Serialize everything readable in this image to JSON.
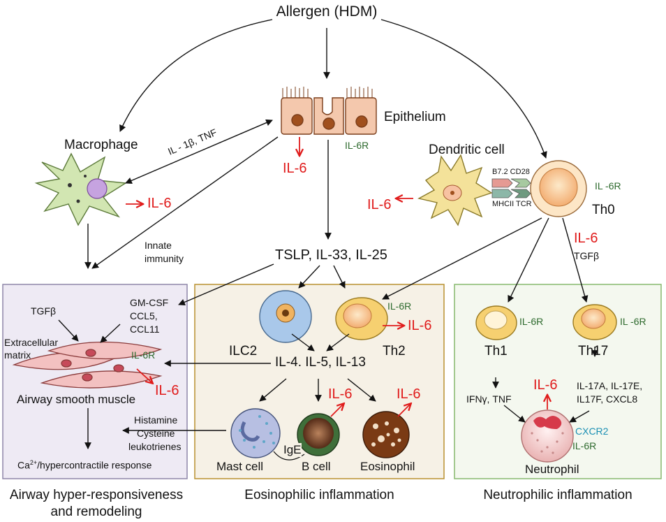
{
  "title": "Allergen (HDM)",
  "colors": {
    "red": "#e01b1b",
    "green_label": "#2e6a2e",
    "panel_left_fill": "#eeeaf4",
    "panel_left_stroke": "#8e86a8",
    "panel_mid_fill": "#f6f1e6",
    "panel_mid_stroke": "#b8902e",
    "panel_right_fill": "#f4f8ef",
    "panel_right_stroke": "#86b96d",
    "epithelium": "#f4c8ad",
    "cell_nucleus": "#a0501e",
    "th_cell": "#f6d070",
    "ilc2": "#a9c8ea",
    "mast_cell": "#b7bfe2",
    "b_cell": "#3f6f3a",
    "eosinophil": "#7a3a14",
    "neutrophil": "#f2d2d2",
    "macrophage": "#d2e6b2",
    "dendritic": "#f4e29a",
    "cxcr2": "#1a8fb3"
  },
  "top": {
    "epithelium": "Epithelium",
    "epithelium_il6r": "IL-6R",
    "epithelium_il6": "IL-6",
    "macrophage": "Macrophage",
    "macrophage_il6": "IL-6",
    "il1b_tnf": "IL - 1β, TNF",
    "innate_immunity_1": "Innate",
    "innate_immunity_2": "immunity",
    "dendritic_cell": "Dendritic cell",
    "dendritic_il6": "IL-6",
    "b72_cd28": "B7.2 CD28",
    "mhcii_tcr": "MHCII TCR",
    "th0": "Th0",
    "th0_il6r": "IL -6R",
    "th0_il6": "IL-6",
    "tgfb": "TGFβ",
    "alarmins": "TSLP, IL-33, IL-25"
  },
  "left_panel": {
    "tgfb": "TGFβ",
    "chemokines": [
      "GM-CSF",
      "CCL5,",
      "CCL11"
    ],
    "ecm": [
      "Extracellular",
      "matrix"
    ],
    "il6r": "IL-6R",
    "il6": "IL-6",
    "asm": "Airway smooth muscle",
    "mediators": [
      "Histamine",
      "Cysteine",
      "leukotrienes"
    ],
    "calcium_base": "Ca",
    "calcium_sup": "2+",
    "calcium_rest": "/hypercontractile response",
    "caption": [
      "Airway hyper-responsiveness",
      "and remodeling"
    ]
  },
  "middle_panel": {
    "ilc2": "ILC2",
    "th2": "Th2",
    "th2_il6r": "IL-6R",
    "th2_il6": "IL-6",
    "cytokines": "IL-4. IL-5, IL-13",
    "mast_cell": "Mast cell",
    "b_cell": "B cell",
    "eosinophil": "Eosinophil",
    "ige": "IgE",
    "b_il6": "IL-6",
    "eos_il6": "IL-6",
    "caption": "Eosinophilic inflammation"
  },
  "right_panel": {
    "th1": "Th1",
    "th1_il6r": "IL-6R",
    "th17": "Th17",
    "th17_il6r": "IL -6R",
    "th1_products": "IFNγ, TNF",
    "th17_products": [
      "IL-17A, IL-17E,",
      "IL17F, CXCL8"
    ],
    "neutrophil_il6": "IL-6",
    "cxcr2": "CXCR2",
    "neutrophil_il6r": "IL-6R",
    "neutrophil": "Neutrophil",
    "caption": "Neutrophilic inflammation"
  }
}
